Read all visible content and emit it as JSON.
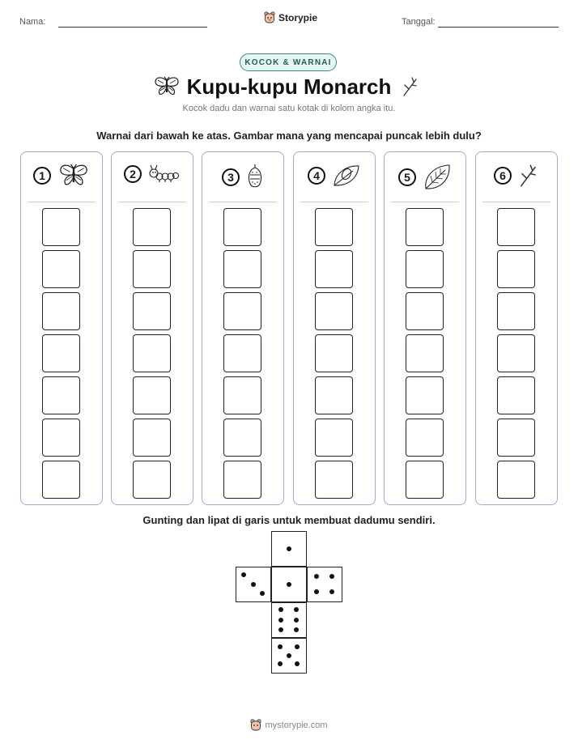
{
  "header": {
    "name_label": "Nama:",
    "brand": "Storypie",
    "date_label": "Tanggal:"
  },
  "badge": "KOCOK & WARNAI",
  "title": "Kupu-kupu Monarch",
  "subtitle": "Kocok dadu dan warnai satu kotak di kolom angka itu.",
  "instruction": "Warnai dari bawah ke atas. Gambar mana yang mencapai puncak lebih dulu?",
  "columns": [
    {
      "number": "1",
      "icon": "butterfly-icon"
    },
    {
      "number": "2",
      "icon": "caterpillar-icon"
    },
    {
      "number": "3",
      "icon": "chrysalis-icon"
    },
    {
      "number": "4",
      "icon": "egg-on-leaf-icon"
    },
    {
      "number": "5",
      "icon": "leaf-icon"
    },
    {
      "number": "6",
      "icon": "twig-icon"
    }
  ],
  "boxes_per_column": 7,
  "die_instruction": "Gunting dan lipat di garis untuk membuat dadumu sendiri.",
  "die_faces": [
    1,
    3,
    1,
    4,
    6,
    5
  ],
  "footer": "mystorypie.com",
  "colors": {
    "accent": "#2f8f7d",
    "badge_bg": "#e8f6f1",
    "column_border": "#a9a9c8"
  }
}
